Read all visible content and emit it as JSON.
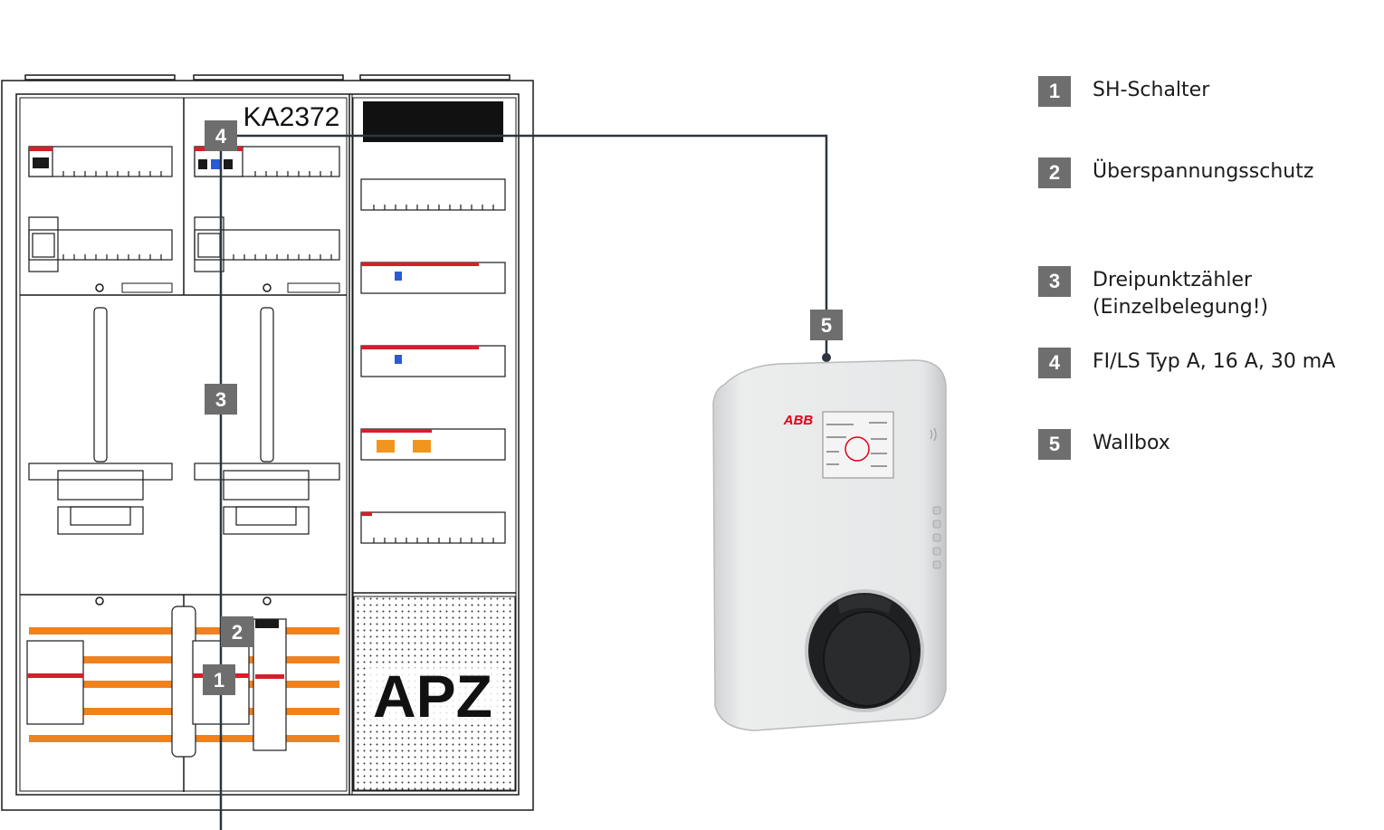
{
  "cabinet": {
    "model_label": "KA2372",
    "apz_label": "APZ"
  },
  "wallbox": {
    "brand": "ABB"
  },
  "markers": [
    {
      "number": "1"
    },
    {
      "number": "2"
    },
    {
      "number": "3"
    },
    {
      "number": "4"
    },
    {
      "number": "5"
    }
  ],
  "legend": [
    {
      "number": "1",
      "label": "SH-Schalter"
    },
    {
      "number": "2",
      "label": "Überspannungsschutz"
    },
    {
      "number": "3",
      "label": "Dreipunktzähler\n(Einzelbelegung!)"
    },
    {
      "number": "4",
      "label": "FI/LS Typ A, 16 A, 30 mA"
    },
    {
      "number": "5",
      "label": "Wallbox"
    }
  ],
  "colors": {
    "marker": "#6e6e6e",
    "busbar": "#f0821e",
    "breaker_red": "#d81e2a",
    "breaker_orange": "#f0961e",
    "line": "#2b3640",
    "abb_red": "#e2001a"
  }
}
